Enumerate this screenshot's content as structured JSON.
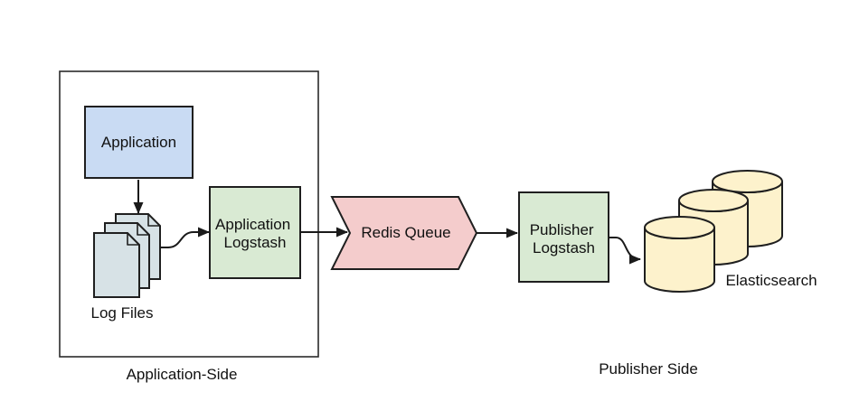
{
  "colors": {
    "application_fill": "#c9dbf3",
    "logstash_fill": "#d9ead3",
    "redis_fill": "#f4cccc",
    "elasticsearch_fill": "#fdf2cc",
    "logfile_fill": "#d7e2e6",
    "stroke": "#1a1a1a",
    "text": "#111111",
    "background": "#ffffff"
  },
  "application_side": {
    "section_label": "Application-Side",
    "application_box_label": "Application",
    "log_files_label": "Log Files",
    "logstash_line1": "Application",
    "logstash_line2": "Logstash"
  },
  "queue": {
    "redis_label": "Redis Queue"
  },
  "publisher_side": {
    "section_label": "Publisher Side",
    "logstash_line1": "Publisher",
    "logstash_line2": "Logstash",
    "elasticsearch_label": "Elasticsearch"
  },
  "edges": [
    {
      "from": "Application",
      "to": "Log Files"
    },
    {
      "from": "Log Files",
      "to": "Application Logstash"
    },
    {
      "from": "Application Logstash",
      "to": "Redis Queue"
    },
    {
      "from": "Redis Queue",
      "to": "Publisher Logstash"
    },
    {
      "from": "Publisher Logstash",
      "to": "Elasticsearch"
    }
  ]
}
